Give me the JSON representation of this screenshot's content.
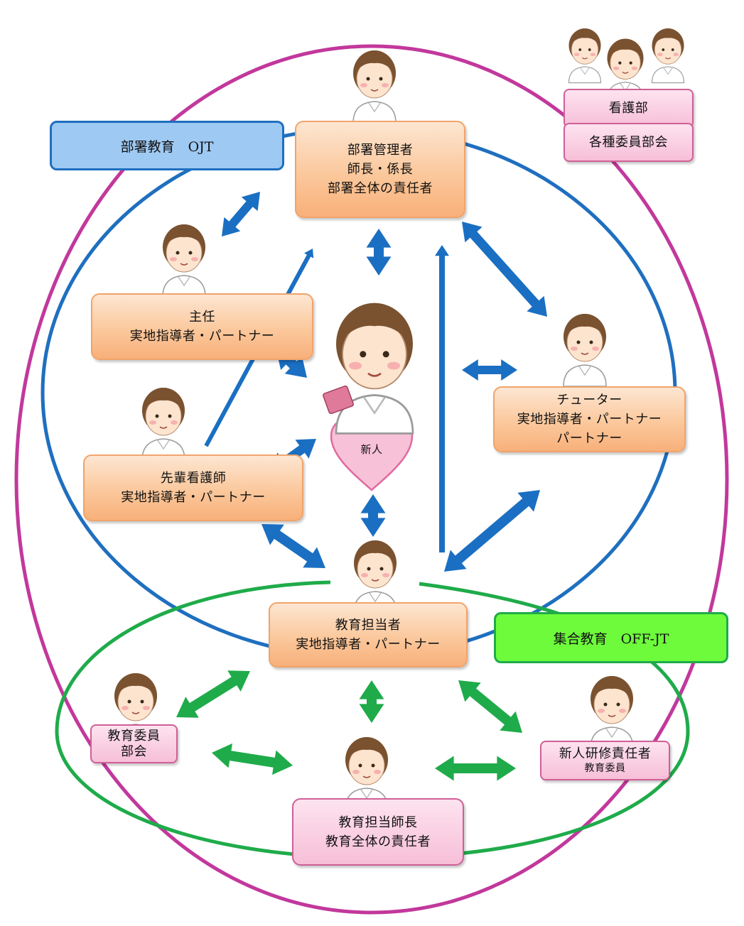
{
  "colors": {
    "outer_ring": "#c2389c",
    "ojt_ring": "#1f6fbf",
    "offjt_ring": "#1fab4a",
    "blue_arrow": "#1a6fc2",
    "green_arrow": "#1fab4a",
    "orange_fill": "#fbc89c",
    "pink_fill": "#f7c4dc",
    "heart": "#f7c1d7"
  },
  "labels": {
    "ojt_title": "部署教育　OJT",
    "offjt_title": "集合教育　OFF-JT",
    "nursing_dept": "看護部",
    "committees": "各種委員部会",
    "manager": {
      "line1": "部署管理者",
      "line2": "師長・係長",
      "line3": "部署全体の責任者"
    },
    "chief": {
      "line1": "主任",
      "line2": "実地指導者・パートナー"
    },
    "tutor": {
      "line1": "チューター",
      "line2": "実地指導者・パートナー",
      "line3": "パートナー"
    },
    "senior_nurse": {
      "line1": "先輩看護師",
      "line2": "実地指導者・パートナー"
    },
    "education_staff": {
      "line1": "教育担当者",
      "line2": "実地指導者・パートナー"
    },
    "newcomer": "新人",
    "edu_committee": {
      "line1": "教育委員",
      "line2": "部会"
    },
    "training_lead": {
      "line1": "新人研修責任者",
      "line2": "教育委員"
    },
    "edu_head": {
      "line1": "教育担当師長",
      "line2": "教育全体の責任者"
    }
  },
  "icons": [
    "nurse-figure-icon",
    "newcomer-nurse-icon",
    "heart-icon",
    "double-arrow-icon",
    "single-arrow-icon"
  ]
}
